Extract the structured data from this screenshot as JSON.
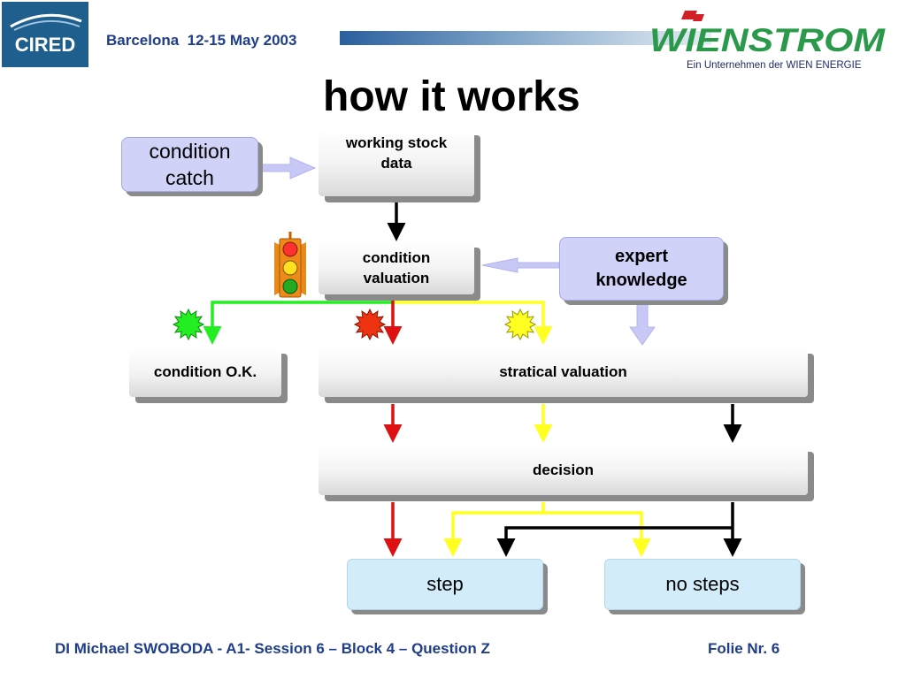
{
  "header": {
    "event": "Barcelona  12-15 May 2003",
    "brand": "WIENSTROM",
    "tagline": "Ein Unternehmen der WIEN ENERGIE",
    "cired": "CIRED"
  },
  "title": "how it works",
  "nodes": {
    "condition_catch": "condition\ncatch",
    "working_stock": "working stock\ndata",
    "condition_valuation": "condition\nvaluation",
    "expert_knowledge": "expert\nknowledge",
    "condition_ok": "condition O.K.",
    "stratical_valuation": "stratical valuation",
    "decision": "decision",
    "step": "step",
    "no_steps": "no steps"
  },
  "colors": {
    "green": "#22ee22",
    "red": "#dd1111",
    "yellow": "#ffff22",
    "black": "#000000",
    "lavender": "#c8c8f6",
    "text_blue": "#1f3d8a"
  },
  "footer": {
    "author": "DI Michael SWOBODA - A1- Session 6 – Block  4 – Question Z",
    "page": "Folie Nr. 6"
  }
}
